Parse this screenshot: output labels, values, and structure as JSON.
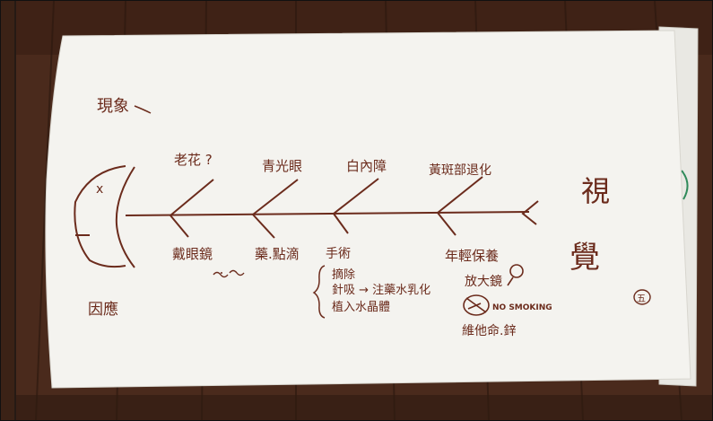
{
  "photo": {
    "colors": {
      "table": "#4a2a1c",
      "table_dark": "#2e1a10",
      "paper": "#f4f3ef",
      "paper_shadow": "#dcdad3",
      "ink": "#6b2b1c",
      "green_marker": "#2f8a5a",
      "border": "#111111"
    },
    "labels": {
      "phenomenon": "現象",
      "cause": "因應",
      "eye_mark": "x",
      "title_top": "視",
      "title_bottom": "覺",
      "circle_mark": "五"
    },
    "top_branches": [
      {
        "label": "老花 ?"
      },
      {
        "label": "青光眼"
      },
      {
        "label": "白內障"
      },
      {
        "label": "黃斑部退化"
      }
    ],
    "bottom_branches": [
      {
        "label": "戴眼鏡"
      },
      {
        "label": "藥.點滴"
      },
      {
        "label": "手術"
      },
      {
        "label": "年輕保養"
      }
    ],
    "surgery_items": [
      "摘除",
      "針吸 → 注藥水乳化",
      "植入水晶體"
    ],
    "care_items": [
      "放大鏡",
      "NO SMOKING",
      "維他命.鋅"
    ]
  }
}
